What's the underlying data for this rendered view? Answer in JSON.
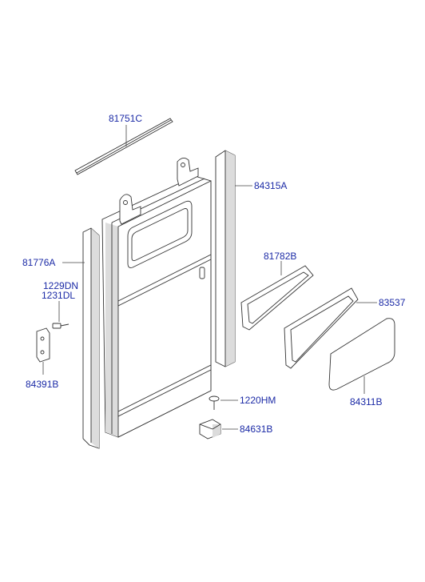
{
  "labels": {
    "p81751c": "81751C",
    "p84315a": "84315A",
    "p81782b": "81782B",
    "p83537": "83537",
    "p81776a": "81776A",
    "p1229dn": "1229DN",
    "p1231dl": "1231DL",
    "p84391b": "84391B",
    "p84311b": "84311B",
    "p1220hm": "1220HM",
    "p84631b": "84631B"
  },
  "colors": {
    "label": "#1b2aa6",
    "line": "#333333",
    "shade": "#dcdcdc"
  }
}
